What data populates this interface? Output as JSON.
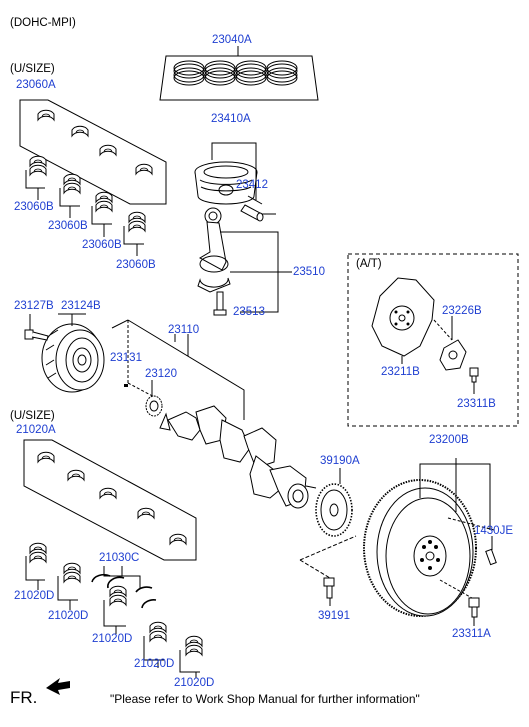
{
  "header": {
    "engine": "(DOHC-MPI)",
    "usize_top": "(U/SIZE)",
    "usize_bottom": "(U/SIZE)",
    "at_box": "(A/T)"
  },
  "parts": {
    "p23040A": "23040A",
    "p23060A": "23060A",
    "p23060B_1": "23060B",
    "p23060B_2": "23060B",
    "p23060B_3": "23060B",
    "p23060B_4": "23060B",
    "p23410A": "23410A",
    "p23412": "23412",
    "p23510": "23510",
    "p23513": "23513",
    "p23127B": "23127B",
    "p23124B": "23124B",
    "p23110": "23110",
    "p23131": "23131",
    "p23120": "23120",
    "p23226B": "23226B",
    "p23211B": "23211B",
    "p23311B": "23311B",
    "p21020A": "21020A",
    "p39190A": "39190A",
    "p23200B": "23200B",
    "p1430JE": "1430JE",
    "p21030C": "21030C",
    "p21020D_1": "21020D",
    "p21020D_2": "21020D",
    "p21020D_3": "21020D",
    "p21020D_4": "21020D",
    "p21020D_5": "21020D",
    "p39191": "39191",
    "p23311A": "23311A"
  },
  "footer": {
    "direction": "FR.",
    "note": "\"Please refer to Work Shop Manual for further information\""
  },
  "colors": {
    "label": "#1f3fd1",
    "line": "#000000"
  }
}
